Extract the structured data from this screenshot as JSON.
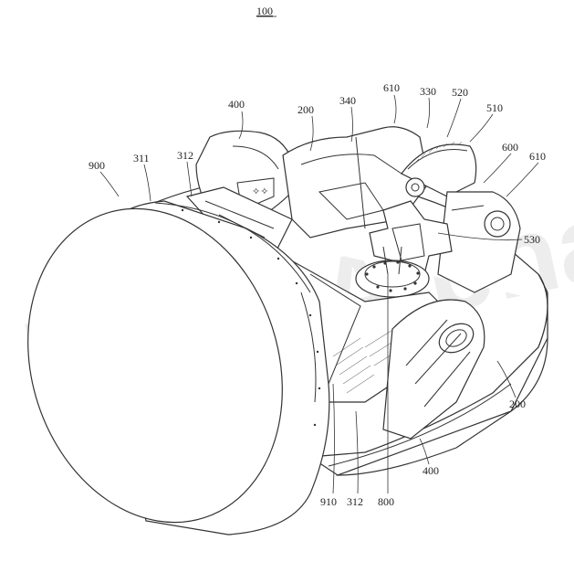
{
  "figure": {
    "number": "100",
    "watermark": "Point Alpha"
  },
  "labels": [
    {
      "id": "l400a",
      "text": "400"
    },
    {
      "id": "l200a",
      "text": "200"
    },
    {
      "id": "l340",
      "text": "340"
    },
    {
      "id": "l610a",
      "text": "610"
    },
    {
      "id": "l330",
      "text": "330"
    },
    {
      "id": "l520",
      "text": "520"
    },
    {
      "id": "l510",
      "text": "510"
    },
    {
      "id": "l600",
      "text": "600"
    },
    {
      "id": "l610b",
      "text": "610"
    },
    {
      "id": "l900",
      "text": "900"
    },
    {
      "id": "l311",
      "text": "311"
    },
    {
      "id": "l312a",
      "text": "312"
    },
    {
      "id": "l530",
      "text": "530"
    },
    {
      "id": "l200b",
      "text": "200"
    },
    {
      "id": "l400b",
      "text": "400"
    },
    {
      "id": "l910",
      "text": "910"
    },
    {
      "id": "l312b",
      "text": "312"
    },
    {
      "id": "l800",
      "text": "800"
    }
  ]
}
